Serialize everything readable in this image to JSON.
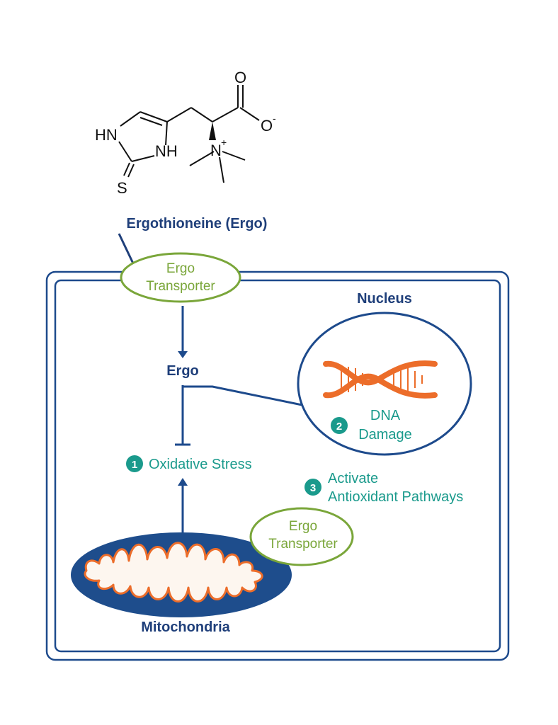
{
  "molecule": {
    "atoms": {
      "hn": "HN",
      "nh": "NH",
      "s": "S",
      "o_top": "O",
      "o_minus": "O",
      "o_minus_charge": "-",
      "n_plus": "N",
      "n_plus_charge": "+"
    }
  },
  "title": "Ergothioneine (Ergo)",
  "transporter_top": {
    "line1": "Ergo",
    "line2": "Transporter"
  },
  "transporter_bottom": {
    "line1": "Ergo",
    "line2": "Transporter"
  },
  "ergo_label": "Ergo",
  "nucleus": {
    "label": "Nucleus",
    "dna_icon": "dna-helix-icon",
    "damage_number": "2",
    "damage_line1": "DNA",
    "damage_line2": "Damage"
  },
  "oxidative_stress": {
    "number": "1",
    "label": "Oxidative Stress"
  },
  "antioxidant": {
    "number": "3",
    "line1": "Activate",
    "line2": "Antioxidant Pathways"
  },
  "mitochondria": {
    "label": "Mitochondria",
    "icon": "mitochondria-icon"
  },
  "colors": {
    "navy": "#1f3f7a",
    "membrane": "#1d4a8c",
    "green": "#7aa63a",
    "teal": "#1a9a8c",
    "orange": "#ec6d2a",
    "mito_fill": "#1e4d8c"
  }
}
